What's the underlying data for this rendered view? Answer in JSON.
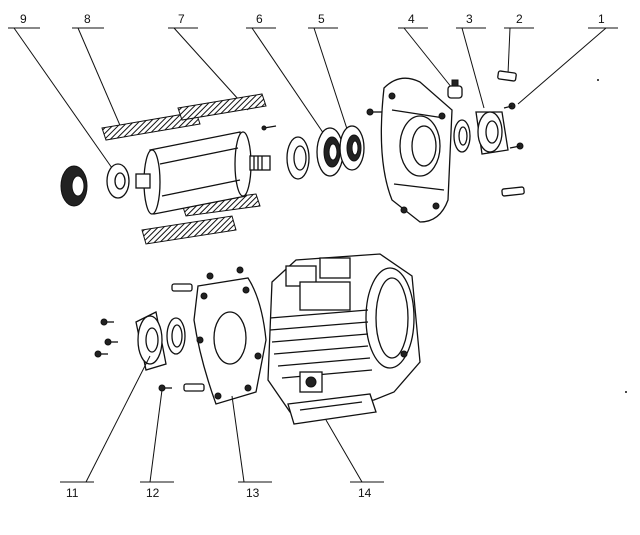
{
  "callouts": [
    {
      "id": "1",
      "label": "1"
    },
    {
      "id": "2",
      "label": "2"
    },
    {
      "id": "3",
      "label": "3"
    },
    {
      "id": "4",
      "label": "4"
    },
    {
      "id": "5",
      "label": "5"
    },
    {
      "id": "6",
      "label": "6"
    },
    {
      "id": "7",
      "label": "7"
    },
    {
      "id": "8",
      "label": "8"
    },
    {
      "id": "9",
      "label": "9"
    },
    {
      "id": "11",
      "label": "11"
    },
    {
      "id": "12",
      "label": "12"
    },
    {
      "id": "13",
      "label": "13"
    },
    {
      "id": "14",
      "label": "14"
    }
  ]
}
